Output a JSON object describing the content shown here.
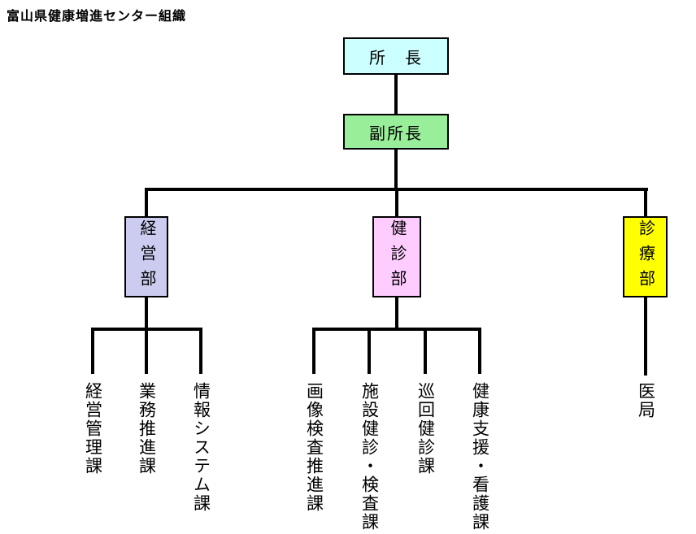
{
  "title": "富山県健康増進センター組織",
  "org": {
    "director": "所　長",
    "deputy": "副所長",
    "departments": [
      {
        "name": "経営部",
        "sections": [
          "経営管理課",
          "業務推進課",
          "情報システム課"
        ]
      },
      {
        "name": "健診部",
        "sections": [
          "画像検査推進課",
          "施設健診・検査課",
          "巡回健診課",
          "健康支援・看護課"
        ]
      },
      {
        "name": "診療部",
        "sections": [
          "医局"
        ]
      }
    ]
  },
  "colors": {
    "director_bg": "#CCFFFF",
    "deputy_bg": "#99EE99",
    "dept_keiei_bg": "#CCCCF0",
    "dept_kenshin_bg": "#FFCCFF",
    "dept_shinryo_bg": "#FFFF00",
    "line": "#000000",
    "background": "#FFFFFF"
  }
}
